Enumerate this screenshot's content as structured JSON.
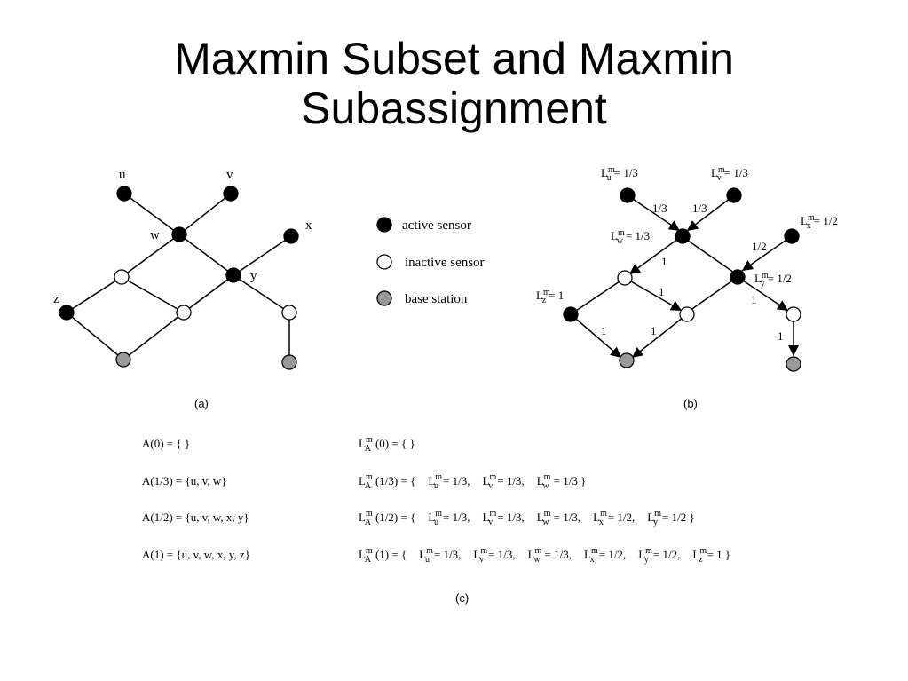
{
  "title": {
    "line1": "Maxmin Subset and Maxmin",
    "line2": "Subassignment"
  },
  "legend": {
    "active": "active sensor",
    "inactive": "inactive sensor",
    "base": "base station"
  },
  "captions": {
    "a": "(a)",
    "b": "(b)",
    "c": "(c)"
  },
  "colors": {
    "active": "#000000",
    "inactive": "#ffffff",
    "base": "#999999"
  },
  "graph_a": {
    "nodes": [
      {
        "id": "u",
        "label": "u",
        "kind": "active"
      },
      {
        "id": "v",
        "label": "v",
        "kind": "active"
      },
      {
        "id": "w",
        "label": "w",
        "kind": "active"
      },
      {
        "id": "x",
        "label": "x",
        "kind": "active"
      },
      {
        "id": "y",
        "label": "y",
        "kind": "active"
      },
      {
        "id": "z",
        "label": "z",
        "kind": "active"
      },
      {
        "id": "m1",
        "label": "",
        "kind": "inactive"
      },
      {
        "id": "m2",
        "label": "",
        "kind": "inactive"
      },
      {
        "id": "m3",
        "label": "",
        "kind": "inactive"
      },
      {
        "id": "b1",
        "label": "",
        "kind": "base"
      },
      {
        "id": "b2",
        "label": "",
        "kind": "base"
      }
    ]
  },
  "graph_b": {
    "node_labels": {
      "u": "= 1/3",
      "v": "= 1/3",
      "w": "= 1/3",
      "x": "= 1/2",
      "y": "= 1/2",
      "z": "= 1"
    },
    "edge_labels": {
      "u_w": "1/3",
      "v_w": "1/3",
      "x_y": "1/2",
      "w_m1": "1",
      "w_m2": "1",
      "y_m3": "1",
      "m3_b2": "1",
      "z_b1": "1",
      "m2_b1": "1"
    }
  },
  "table": {
    "rows": [
      {
        "left": "A(0)    = { }",
        "right_arg": "(0) = { }",
        "items": []
      },
      {
        "left": "A(1/3) = {u, v, w}",
        "right_arg": "(1/3) = {",
        "items": [
          [
            "u",
            "= 1/3,"
          ],
          [
            "v",
            "= 1/3,"
          ],
          [
            "w",
            "= 1/3 }"
          ]
        ]
      },
      {
        "left": "A(1/2) = {u, v, w, x, y}",
        "right_arg": "(1/2) = {",
        "items": [
          [
            "u",
            "= 1/3,"
          ],
          [
            "v",
            "= 1/3,"
          ],
          [
            "w",
            "= 1/3,"
          ],
          [
            "x",
            "= 1/2,"
          ],
          [
            "y",
            "= 1/2 }"
          ]
        ]
      },
      {
        "left": "A(1)    = {u, v, w, x, y, z}",
        "right_arg": "(1) = {",
        "items": [
          [
            "u",
            "= 1/3,"
          ],
          [
            "v",
            "= 1/3,"
          ],
          [
            "w",
            "= 1/3,"
          ],
          [
            "x",
            "= 1/2,"
          ],
          [
            "y",
            "= 1/2,"
          ],
          [
            "z",
            "= 1 }"
          ]
        ]
      }
    ]
  }
}
